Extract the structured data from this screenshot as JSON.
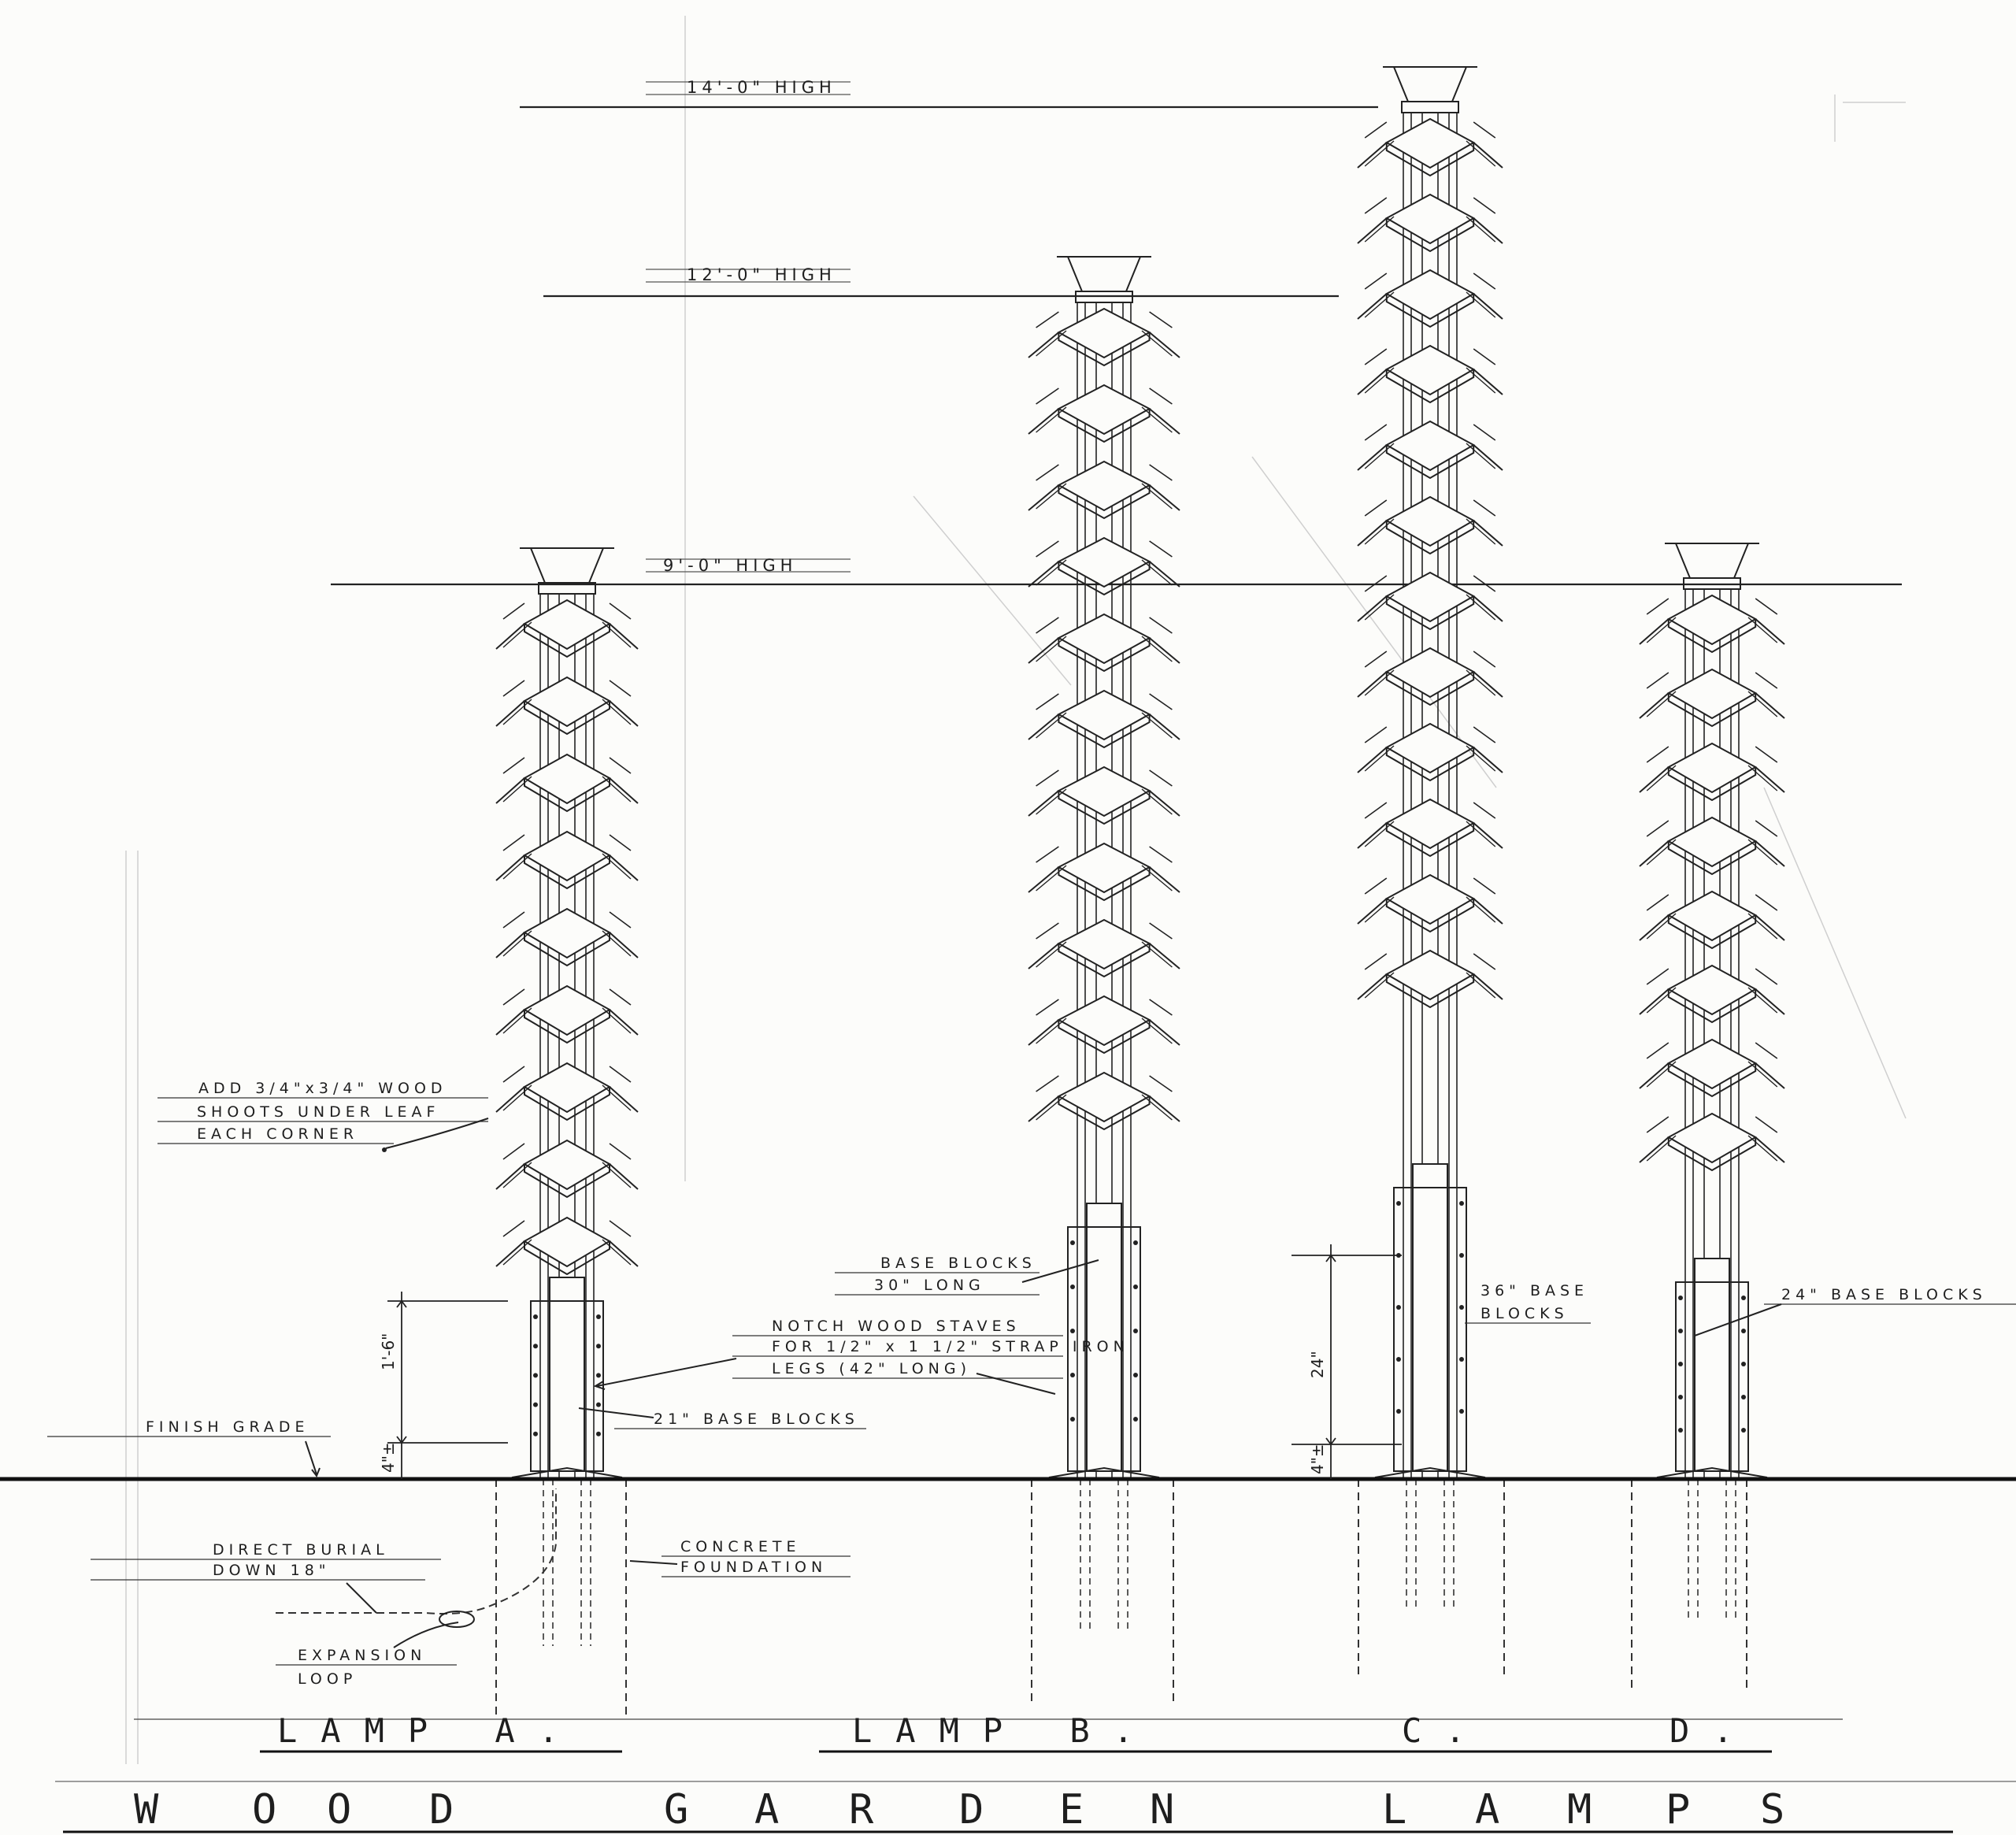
{
  "height_labels": {
    "h14": "14'-0\" HIGH",
    "h12": "12'-0\" HIGH",
    "h9": "9'-0\" HIGH"
  },
  "notes": {
    "wood_shoots": [
      "ADD 3/4\"x3/4\" WOOD",
      "SHOOTS UNDER LEAF",
      "EACH CORNER"
    ],
    "finish_grade": "FINISH GRADE",
    "base_blocks_30": [
      "BASE BLOCKS",
      "30\" LONG"
    ],
    "notch_staves": [
      "NOTCH WOOD STAVES",
      "FOR 1/2\" x 1 1/2\" STRAP IRON",
      "LEGS (42\" LONG)"
    ],
    "base_blocks_21": "21\" BASE BLOCKS",
    "base_blocks_36": [
      "36\" BASE",
      "BLOCKS"
    ],
    "base_blocks_24": "24\" BASE BLOCKS",
    "direct_burial": [
      "DIRECT BURIAL",
      "DOWN 18\""
    ],
    "expansion_loop": [
      "EXPANSION",
      "LOOP"
    ],
    "concrete_foundation": [
      "CONCRETE",
      "FOUNDATION"
    ]
  },
  "dimensions": {
    "a_upper": "1'-6\"",
    "a_lower": "4\"±",
    "c_upper": "24\"",
    "c_lower": "4\"±"
  },
  "lamp_titles": {
    "a": "LAMP A.",
    "b": "LAMP B.",
    "c": "C.",
    "d": "D."
  },
  "sheet_title": [
    "W",
    "O",
    "O",
    "D",
    "G",
    "A",
    "R",
    "D",
    "E",
    "N",
    "L",
    "A",
    "M",
    "P",
    "S"
  ],
  "lamps": [
    {
      "id": "lamp-a",
      "leaves": 9
    },
    {
      "id": "lamp-b",
      "leaves": 11
    },
    {
      "id": "lamp-c",
      "leaves": 12
    },
    {
      "id": "lamp-d",
      "leaves": 8
    }
  ]
}
